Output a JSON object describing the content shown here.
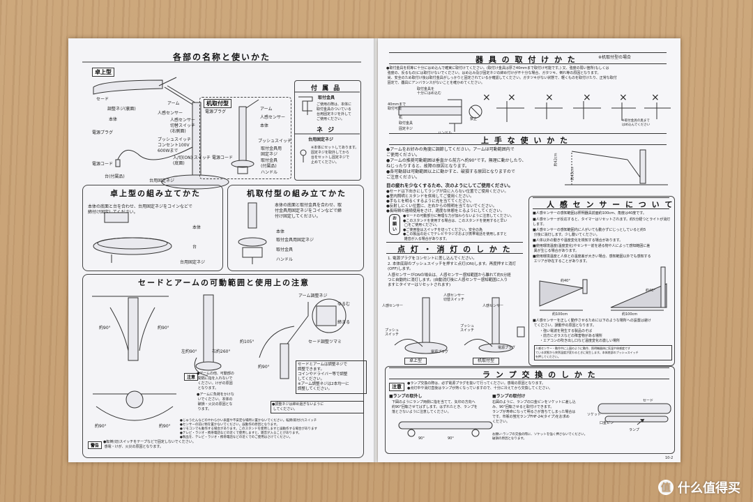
{
  "left": {
    "title": "各部の名称と使いかた",
    "desk_type": "卓上型",
    "parts": {
      "shade": "セード",
      "adjust_screw": "調整ネジ(裏面)",
      "arm": "アーム",
      "body": "本体",
      "sensor": "人感センサー",
      "sensor_switch": "人感センサー\n切替スイッチ\n(右側面)",
      "plug": "電源プラグ",
      "push_switch": "プッシュスイッチ\nコンセント100V\n600Wまで",
      "cord": "電源コード",
      "onoff": "入/切(ON) スイッチ\n(底面)",
      "base": "台(付属品)",
      "base_screw": "台用固定ネジ"
    },
    "clamp_tag": "机取付型",
    "clamp_parts": {
      "plug": "電源プラグ",
      "arm": "アーム",
      "sensor": "人感センサー",
      "body": "本体",
      "push": "プッシュスイッチ",
      "cord": "電源コード",
      "screw": "取付金具用\n固定ネジ",
      "bracket": "取付金具\n(付属品)",
      "handle": "ハンドル"
    },
    "accessories": {
      "title": "付 属 品",
      "bracket_title": "取付金具",
      "bracket_note": "ご使用の際は、本体に\n取付金具のついている\n台用固定ネジを外して\nご使用ください。",
      "screw_heading": "ネ ジ",
      "screw_title": "台用固定ネジ",
      "screw_note": "※本体にセットしてあります。\n固定ネジを取外してから\n台をセットし固定ネジで\n止めてください。"
    },
    "assemble_desk": {
      "title": "卓上型の組み立てかた",
      "text": "本体の底面と台を合わせ、台用固定ネジをコインなどで\n締付け固定してください。",
      "body": "本体",
      "base": "台",
      "screw": "台用固定ネジ"
    },
    "assemble_clamp": {
      "title": "机取付型の組み立てかた",
      "text": "本体の底面と取付金具を合わせ、取\n付金具用固定ネジをコインなどで締\n付け固定してください。",
      "body": "本体",
      "screw": "取付金具用固定ネジ",
      "bracket": "取付金具",
      "handle": "ハンドル"
    },
    "range": {
      "title": "セードとアームの可動範囲と使用上の注意",
      "a90a": "約90°",
      "a90b": "約90°",
      "left90": "左約90°",
      "right260": "右約260°",
      "a105": "約105°",
      "a90c": "約90°",
      "a90d": "約90°",
      "a90e": "約90°",
      "arm_screw": "アーム調整ネジ",
      "loosen": "ゆるむ",
      "tighten": "締まる",
      "shade_knob": "セード調整ツマミ",
      "note_box": "セードとアームは調整ネジで\n調整できます。\nコインやドライバー等で調整\nしてください。\n※アーム調整ネジは2本均一に\n調整してください。",
      "caution_label": "注意",
      "caution1": "●アームの他、可動部の\n 間隔に指を入れないで\n ください。けがの原因\n となります。",
      "caution2": "●アームに負荷をかけな\n いでください。本体の\n 破損・火災の原因とな\n ります。",
      "caution3": "●調整ネジは締め過ぎないように\n してください。",
      "notice": "●じゅうたんなどのやわらかい表面や不安定な場所に置かないでください。転倒(取付け)スイッチ\n●センサーの前に物を置かないでください。誤動作の原因となります。\n●リモコンでも動作する場合があります。このスタンドを使用しますと誤動作する場合があります\n●テレビ・ラジオ・携帯電話などの近くで使用しますと、雑音が入ることがあります。\n●製品を、テレビ・ラジオ・携帯電話などの近くでのご使用はさけてください。",
      "warning_label": "警告",
      "warning": "●転倒(切)スイッチをテープなどで固定しないでください。\n 感電・けが、火災の原因となります。"
    }
  },
  "right": {
    "title": "器 具 の 取 付 け か た",
    "title_note": "※机取付型の場合",
    "intro": "●取付金具を机等に十分にはめ込んで確実に取付けてください。(取付け金具は厚さ40mmまで取付け可能です。) 又、強度の弱い箇所(もしくは\n 強度の、反るもの)には取付けないでください。はめ込み及び固定ネジの締め付けが不十分な場合、ガタツキ、倒れ等の原因となります。\n 尚、安全のため取付け後は取付金具がしっかりと固定されているか確認してください。ガタツキがない状態で、軽くものを取付けたり、正常な取付\n 固定で、器具にアンバランスがないことを確かめてください。",
    "mount": {
      "deep": "取付金具を\n十分にはめ込む",
      "thick": "40mmまで\n取付可能",
      "desk": "机",
      "bracket": "取付金具",
      "screw": "固定ネジ",
      "handle": "ハンドル",
      "no": "禁止",
      "x1": "×",
      "x2": "×",
      "x3": "×",
      "x4": "×",
      "x5": "×",
      "x6": "×",
      "x6note": "※取付金具の奥まで\nはめ込んでください"
    },
    "usage": {
      "title": "上 手 な 使 い か た",
      "l1": "●アームをお好みの角度に調節してください。アームは可動範囲内で",
      "l1b": " ご使用ください。",
      "l2": "●アームの推奨可動範囲は垂直から前方へ約90°です。無理に動かしたり、",
      "l2b": " ねじったりすると、故障の原因となります。",
      "l3": "●各可動部は可動範囲以上に動かすと、破損する原因となりますので",
      "l3b": " ご注意ください。",
      "strong": "目の疲れを少なくするため、次のようにしてご使用ください。",
      "b1": "●セードは下向きにしてランプが目に入らない位置でご使用ください。",
      "b2": "●室内照明とスタンドを併用してご使用ください。",
      "b3": "●手もとを明るくするように光を当ててください。",
      "b4": "●反射しにくい位置に、左右からの照明を当てないでください。",
      "b5": "●長時間の連続使用をさけ、適度な休憩をとるようにしてください。",
      "dim_a": "約42cm",
      "dim_b": "約45cm",
      "onegai": "お\n願\nい",
      "onegai_text": "●セードの可動部分に無理な力が加わらないように注意してください。\n●このスタンドを使用する場合は、このスタンドを使用すると早い\n ◯をご使用ください。\n●ご使用後はスイッチを切ってください。安全の為\n●この製品の近くでテレビやラジオおよび携帯電話を使用しますと\n 雑音が入る場合があります。"
    },
    "onoff": {
      "title": "点 灯 ・ 消 灯 の し か た",
      "s1": "1. 電源プラグをコンセントに差し込んでください。",
      "s2": "2. 本体底部のプッシュスイッチを押すと点灯(ON)します。再度押すと消灯",
      "s2b": "  (OFF)します。",
      "s3": "  人感センサーがONの場合は、人感センサー感知範囲から離れて約5分経",
      "s3b": "  つと自動的に消灯します。(自動消灯後に人感センサー感知範囲に入り",
      "s3c": "  ますとタイマーはリセットされます)",
      "sensor": "人感センサー",
      "sensor_sw": "人感センサー\n切替スイッチ",
      "sensor2": "人感センサー",
      "push": "プッシュ\nスイッチ",
      "plug": "電源プラグ",
      "push2": "プッシュ\nスイッチ",
      "plug2": "電源プラグ",
      "desk": "卓上型",
      "clamp": "机取付型"
    },
    "sensor": {
      "title": "人 感 セ ン サ ー に つ い て",
      "p1": "■人感センサーの感知範囲は照明器具前面約100cm、角度は40度です。",
      "p2": "■人感センサーが反応すると、タイマーはリセットされます。約5分経つとライトが消灯します。",
      "p3": "■人感センサーの感知範囲内に人がいても動かずにじっとしていると約5\n 分後に消灯します。少し動いてください。",
      "p4": "■人体以外の動きや温度変化を検知する場合があります。",
      "p5": "■使用環境温度(温度変化)やセンサー前を通る物や人によって感知範囲に差\n 異が生じる場合があります。",
      "p6": "■使用環境温度と人体との温度差が大きい場合、感知範囲以外でも感知する\n エリアが存在することがあります。",
      "a1": "約40°",
      "a2": "約40°",
      "d1": "約100cm",
      "d2": "約100cm",
      "warn_head": "■人感センサーを正しく動作させるために以下のような場所への設置は避け\n てください。誤動作の原因となります。",
      "w1": "・強い電波を発生する製品のそば",
      "w2": "・前方にガラスなどの障害物がある場所",
      "w3": "・エアコンの吹き出し口など温度変化の激しい場所",
      "boxnote": "人感センサー・動作中に上図のように動作、照明機器体に気温や体感度です\nている状態から突然温度が変わるときに発生します。本体底部のプッシュスイッチ\nを押してください。"
    },
    "lamp": {
      "title": "ラ ン プ 交 換 の し か た",
      "caution_label": "注意",
      "caution": "●ランプ交換の際は、必ず電源プラグを抜いて行ってください。感電の原因となります。\n●点灯中や消灯直後はランプが熱くなっていますので、十分に冷えてから交換してください。",
      "remove_title": "■ランプの取外し",
      "remove": "下図のようにランプ両側に指を当てて、矢印の方向へ\n約90°回転させてはずします。はずれたとき、ランプを\n落とさないように注意してください。",
      "attach_title": "■ランプの取付け",
      "attach": "右図のように、ランプの口金ピンをソケットに差し込\nみ、90°回転させると取付けできます。\nランプが寿命になって明るさが落ちてしまった場合は\nです。市販の蛍光ランプFHF-24(タイプ)をお求め\nください。",
      "attach2": "お願い:ランプの交換の際に、ソケットを強く押さないでください。\n破損の原因となります。",
      "r90a": "90°",
      "r90b": "90°",
      "shade": "セード",
      "socket": "ソケット",
      "pin": "口金ピン",
      "lamp": "ランプ"
    },
    "page": "10-2"
  },
  "watermark": {
    "logo": "值",
    "text": "什么值得买"
  }
}
